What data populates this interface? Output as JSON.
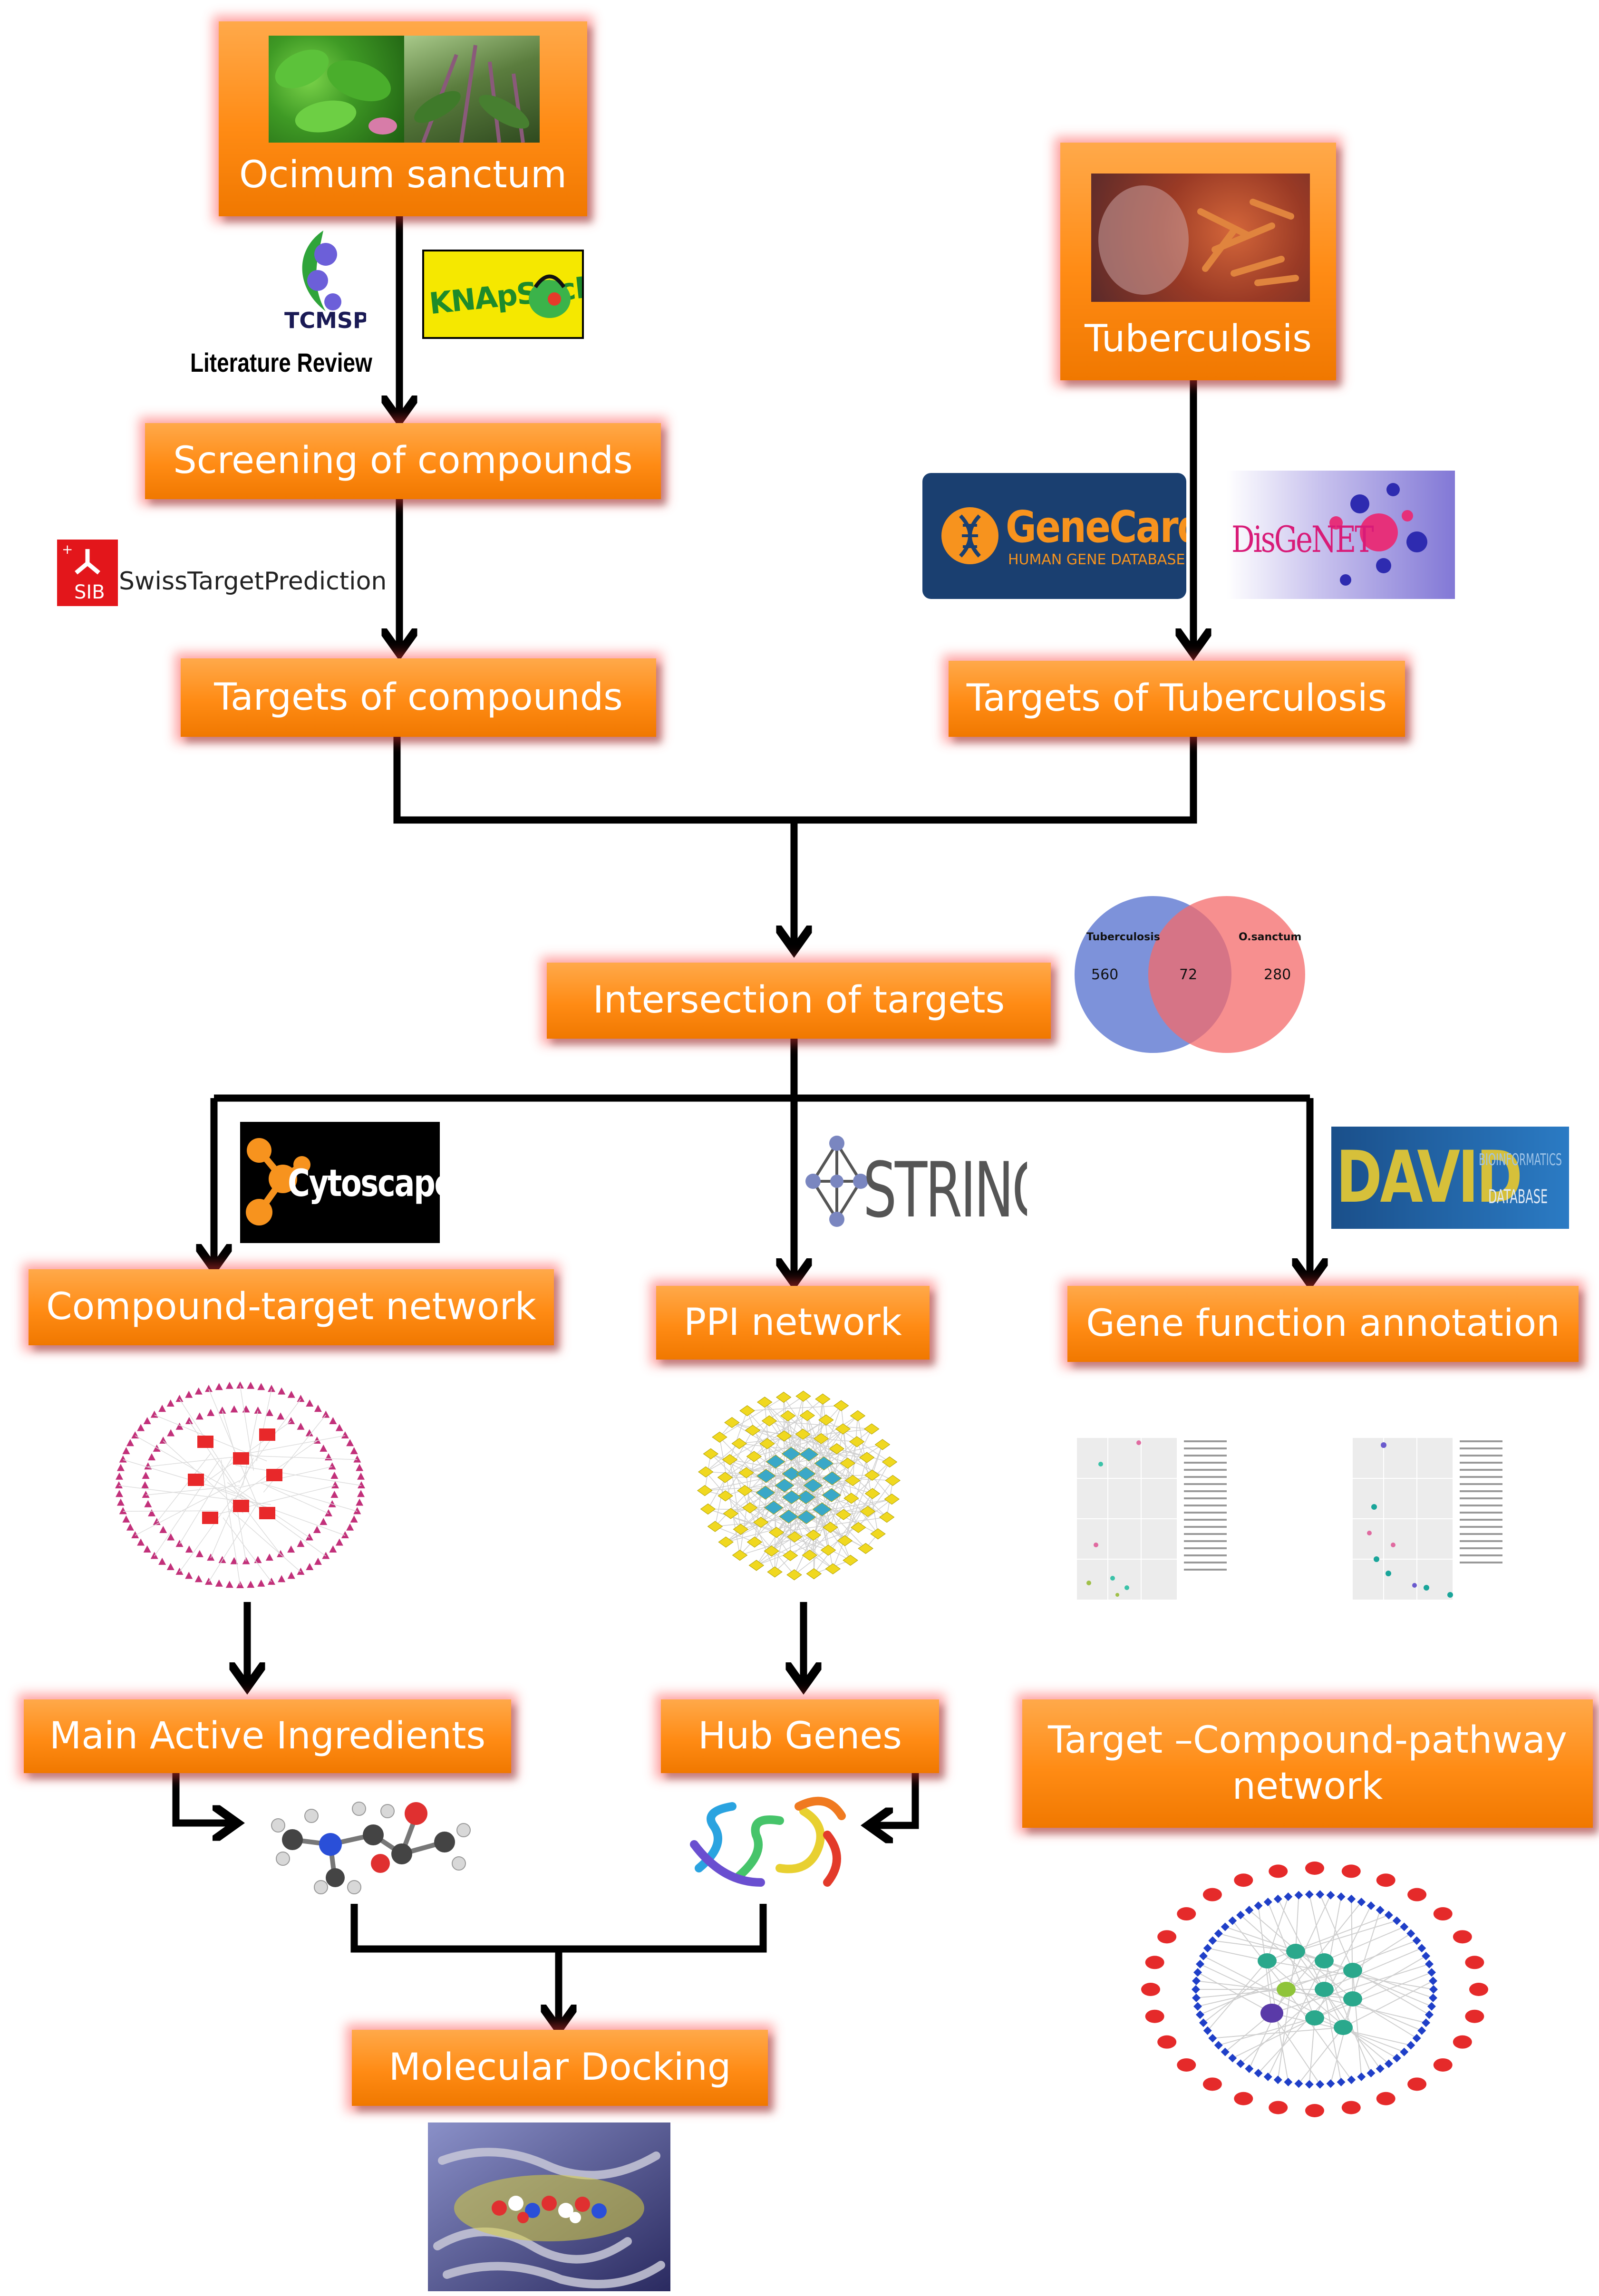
{
  "source": {
    "title": "Ocimum sanctum"
  },
  "disease": {
    "title": "Tuberculosis"
  },
  "databases": {
    "tcmsp": "TCMSP",
    "literature": "Literature Review",
    "knapsack": "KNApSAcK",
    "swiss": "SwissTargetPrediction",
    "sib": "SIB",
    "genecards_main": "GeneCards",
    "genecards_sub": "HUMAN GENE DATABASE",
    "disgenet": "DisGeNET",
    "cytoscape": "Cytoscape",
    "string": "STRING",
    "david": "DAVID",
    "david_sub1": "BIOINFORMATICS",
    "david_sub2": "DATABASE"
  },
  "steps": {
    "screening": "Screening of compounds",
    "targets_compounds": "Targets of compounds",
    "targets_tb": "Targets of Tuberculosis",
    "intersection": "Intersection of targets",
    "compound_target": "Compound-target network",
    "ppi": "PPI network",
    "gene_function": "Gene function annotation",
    "main_active": "Main Active Ingredients",
    "hub_genes": "Hub Genes",
    "tcp_line1": "Target –Compound-pathway",
    "tcp_line2": "network",
    "docking": "Molecular  Docking"
  },
  "venn": {
    "left_label": "Tuberculosis",
    "right_label": "O.sanctum",
    "left_only": "560",
    "overlap": "72",
    "right_only": "280",
    "left_color": "#6f86d6",
    "right_color": "#f46a6a"
  },
  "colors": {
    "box_top": "#ffa94a",
    "box_bottom": "#f07800",
    "glow": "#ff3c3c",
    "arrow": "#000000"
  }
}
